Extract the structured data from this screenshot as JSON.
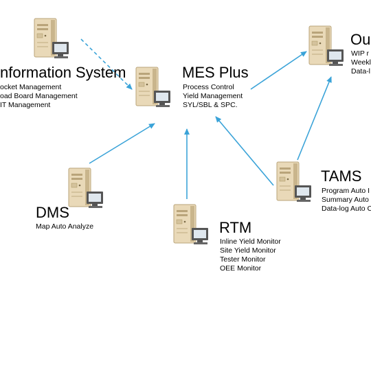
{
  "nodes": {
    "info": {
      "title": "nformation System",
      "items": [
        "ocket Management",
        "oad Board Management",
        "IT Management"
      ]
    },
    "mes": {
      "title": "MES Plus",
      "items": [
        "Process Control",
        "Yield Management",
        "SYL/SBL & SPC."
      ]
    },
    "out": {
      "title": "Ou",
      "items": [
        "WIP r",
        "Weekl",
        "Data-l"
      ]
    },
    "dms": {
      "title": "DMS",
      "items": [
        "Map Auto Analyze"
      ]
    },
    "rtm": {
      "title": "RTM",
      "items": [
        "Inline Yield Monitor",
        "Site Yield Monitor",
        "Tester Monitor",
        "OEE Monitor"
      ]
    },
    "tams": {
      "title": "TAMS",
      "items": [
        "Program Auto I",
        "Summary Auto",
        "Data-log Auto C"
      ]
    }
  },
  "colors": {
    "arrow": "#3aa3d8",
    "server_body": "#e9d9b8",
    "server_shade": "#c9b58c",
    "monitor": "#555555",
    "screen": "#dfe7ee"
  },
  "icons": [
    "server-icon"
  ]
}
